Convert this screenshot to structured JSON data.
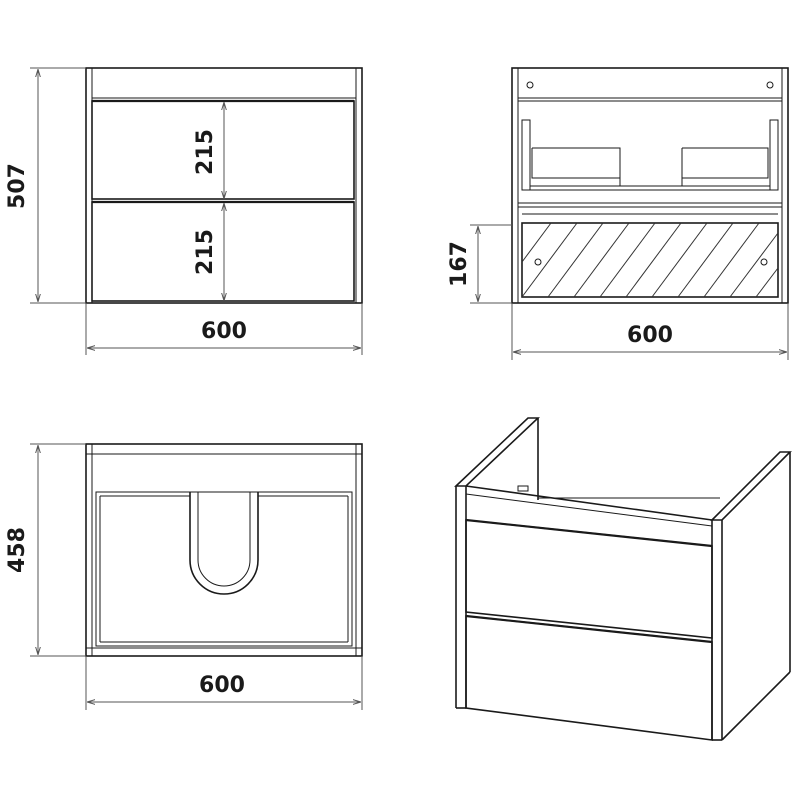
{
  "drawing": {
    "front_view": {
      "height_label": "507",
      "drawer_top_label": "215",
      "drawer_bottom_label": "215",
      "width_label": "600"
    },
    "section_view": {
      "drawer_height_label": "167",
      "width_label": "600"
    },
    "top_view": {
      "depth_label": "458",
      "width_label": "600"
    },
    "isometric_view": {}
  }
}
